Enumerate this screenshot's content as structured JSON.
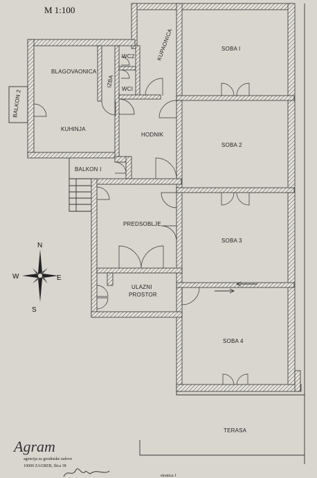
{
  "title": "M 1:100",
  "rooms": {
    "soba1": "SOBA I",
    "soba2": "SOBA 2",
    "soba3": "SOBA 3",
    "soba4": "SOBA 4",
    "kupaonica": "KUPAONICA",
    "wc2": "WC2",
    "wc1": "WCI",
    "izba": "IZBA",
    "blagovaonica": "BLAGOVAONICA",
    "kuhinja": "KUHINJA",
    "balkon2": "BALKON 2",
    "balkon1": "BALKON I",
    "hodnik": "HODNIK",
    "predsoblje": "PREDSOBLJE",
    "ulazni_line1": "ULAZNI",
    "ulazni_line2": "PROSTOR",
    "terasa": "TERASA"
  },
  "compass": {
    "n": "N",
    "s": "S",
    "e": "E",
    "w": "W"
  },
  "stamp": {
    "logo": "Agram",
    "line1": "agencija za geodetske radove",
    "line2": "10000 ZAGREB, Ilica 38"
  },
  "page_number": "stranica 1"
}
